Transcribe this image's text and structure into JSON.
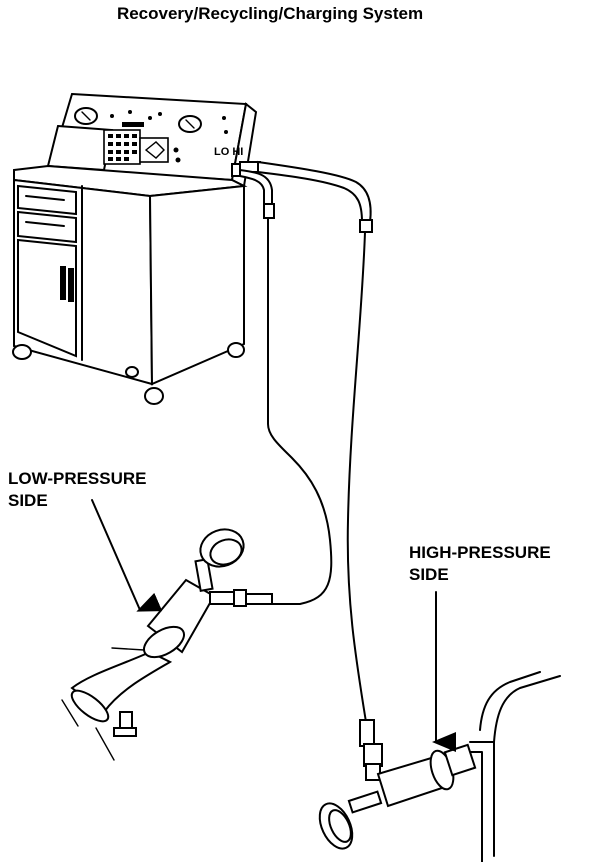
{
  "diagram": {
    "title": "Recovery/Recycling/Charging System",
    "labels": {
      "low_side": [
        "LOW-PRESSURE",
        "SIDE"
      ],
      "high_side": [
        "HIGH-PRESSURE",
        "SIDE"
      ],
      "machine_ports": "LO HI"
    }
  }
}
